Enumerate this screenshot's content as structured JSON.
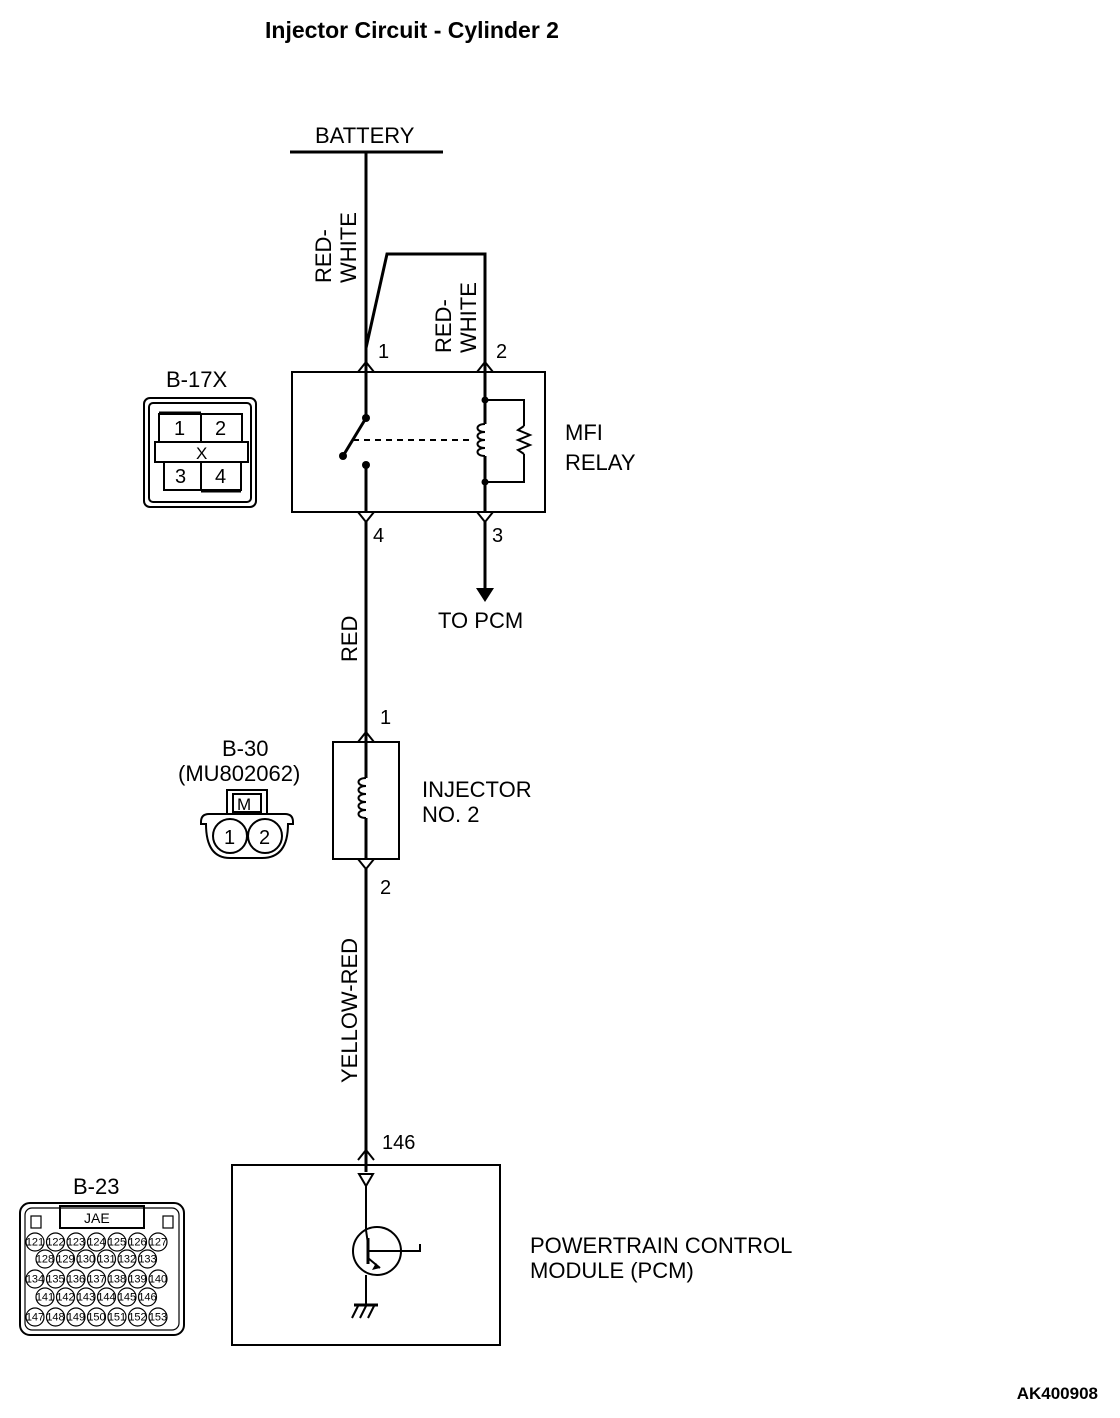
{
  "title": "Injector Circuit - Cylinder 2",
  "power_source": "BATTERY",
  "wires": {
    "battery_to_relay_pin1": "RED-WHITE",
    "battery_to_relay_pin2": [
      "RED-",
      "WHITE"
    ],
    "battery_to_relay_pin1_lines": [
      "RED-",
      "WHITE"
    ],
    "relay_to_injector": "RED",
    "injector_to_pcm": "YELLOW-RED"
  },
  "relay": {
    "name_lines": [
      "MFI",
      "RELAY"
    ],
    "pins": [
      "1",
      "2",
      "4",
      "3"
    ],
    "output_label": "TO PCM"
  },
  "injector": {
    "name_lines": [
      "INJECTOR",
      "NO. 2"
    ],
    "pins": [
      "1",
      "2"
    ]
  },
  "pcm": {
    "name_lines": [
      "POWERTRAIN CONTROL",
      "MODULE (PCM)"
    ],
    "pin": "146"
  },
  "connectors": {
    "b17x": {
      "id": "B-17X",
      "cells": [
        "1",
        "2",
        "3",
        "4"
      ],
      "mark": "X"
    },
    "b30": {
      "id": "B-30",
      "part": "(MU802062)",
      "key": "M",
      "pins": [
        "1",
        "2"
      ]
    },
    "b23": {
      "id": "B-23",
      "maker": "JAE",
      "pin_rows": [
        [
          "121",
          "122",
          "123",
          "124",
          "125",
          "126",
          "127"
        ],
        [
          "128",
          "129",
          "130",
          "131",
          "132",
          "133"
        ],
        [
          "134",
          "135",
          "136",
          "137",
          "138",
          "139",
          "140"
        ],
        [
          "141",
          "142",
          "143",
          "144",
          "145",
          "146"
        ],
        [
          "147",
          "148",
          "149",
          "150",
          "151",
          "152",
          "153"
        ]
      ]
    }
  },
  "figure_code": "AK400908"
}
